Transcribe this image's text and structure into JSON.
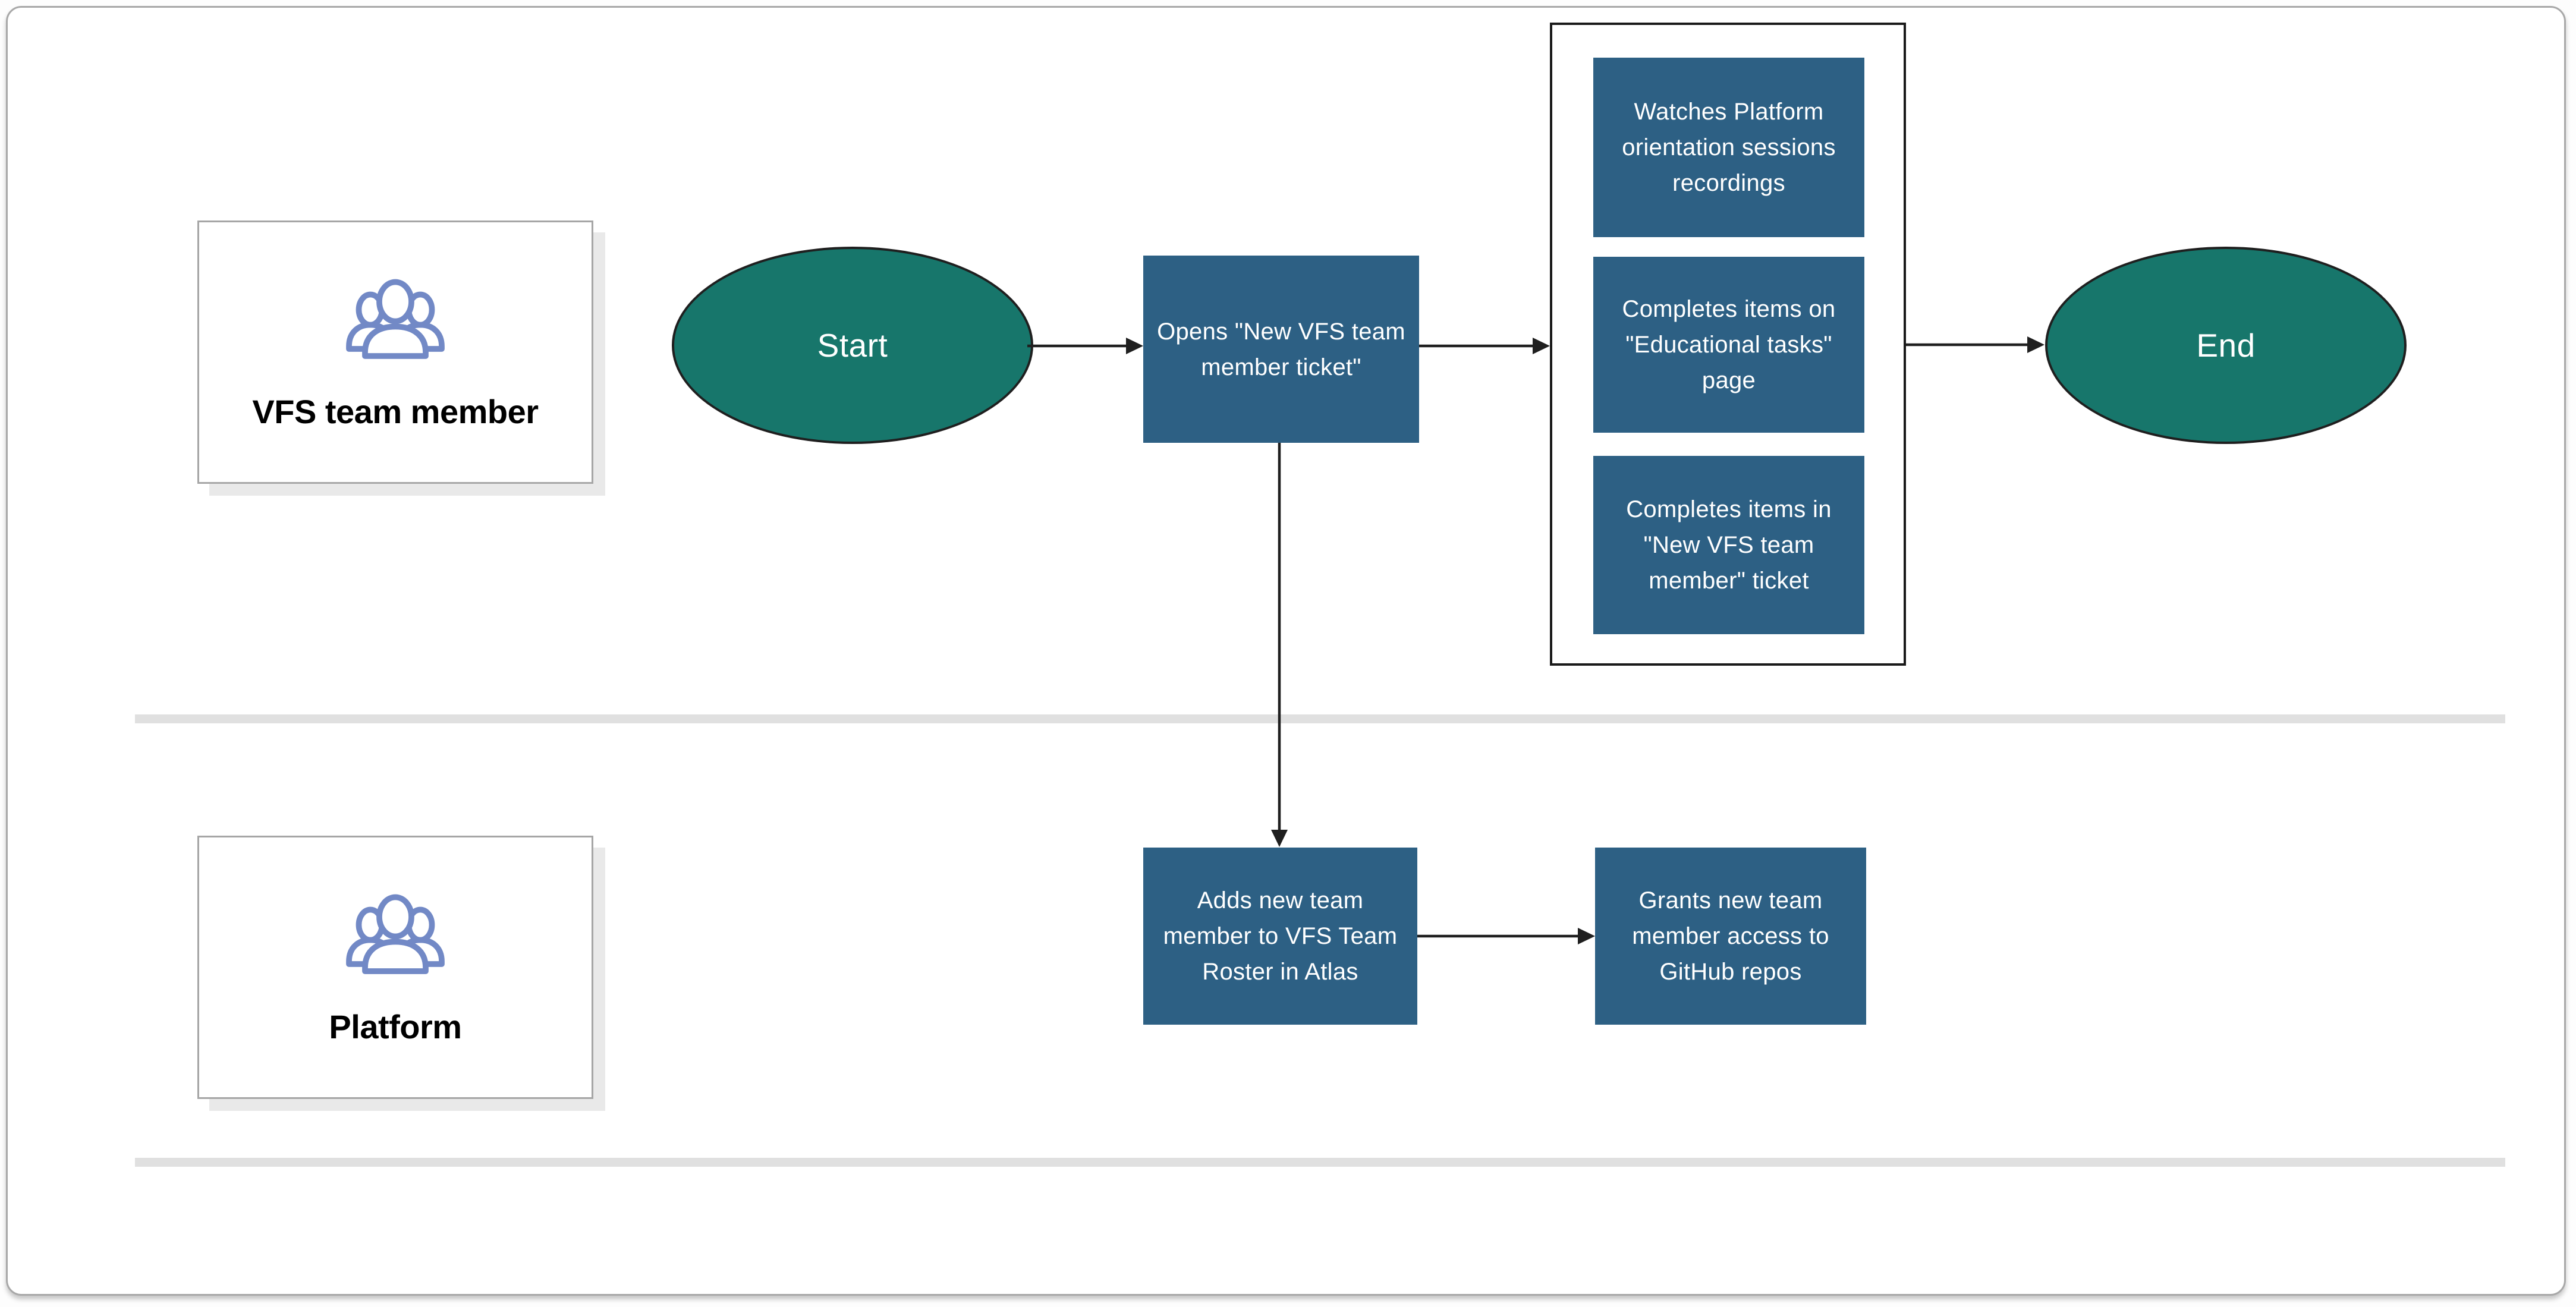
{
  "colors": {
    "terminal_fill": "#17766b",
    "process_fill": "#2d6084",
    "actor_icon": "#7289c6",
    "lane_divider": "#e0e0e0",
    "arrow": "#1f1f1f"
  },
  "lanes": [
    {
      "label": "VFS team member",
      "icon": "people-group-icon"
    },
    {
      "label": "Platform",
      "icon": "people-group-icon"
    }
  ],
  "nodes": {
    "start": {
      "type": "terminal",
      "label": "Start"
    },
    "opens_ticket": {
      "type": "process",
      "label": "Opens \"New VFS team member ticket\""
    },
    "watches_orientation": {
      "type": "process",
      "label": "Watches Platform orientation sessions recordings"
    },
    "educational_tasks": {
      "type": "process",
      "label": "Completes items on \"Educational tasks\" page"
    },
    "member_ticket_items": {
      "type": "process",
      "label": "Completes items in \"New VFS team member\" ticket"
    },
    "end": {
      "type": "terminal",
      "label": "End"
    },
    "adds_roster": {
      "type": "process",
      "label": "Adds new team member to VFS Team Roster in Atlas"
    },
    "grants_github": {
      "type": "process",
      "label": "Grants new team member access to GitHub repos"
    }
  },
  "edges": [
    {
      "from": "start",
      "to": "opens_ticket"
    },
    {
      "from": "opens_ticket",
      "to": "task-group"
    },
    {
      "from": "task-group",
      "to": "end"
    },
    {
      "from": "opens_ticket",
      "to": "adds_roster"
    },
    {
      "from": "adds_roster",
      "to": "grants_github"
    }
  ]
}
